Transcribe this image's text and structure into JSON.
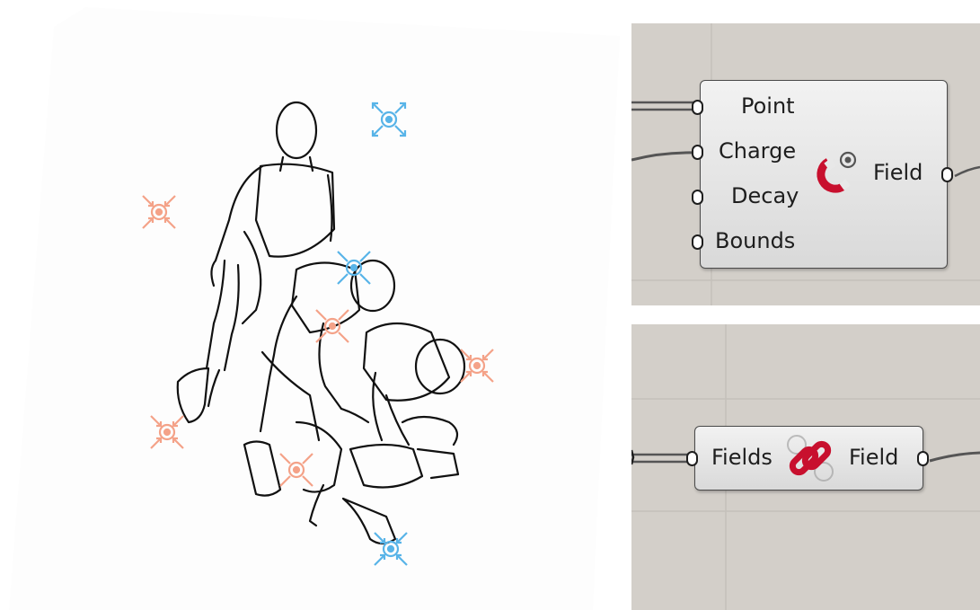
{
  "viewport": {
    "icons": {
      "attractor_color": "#58b4e8",
      "repeller_color": "#f4a288"
    }
  },
  "point_charge_component": {
    "inputs": [
      "Point",
      "Charge",
      "Decay",
      "Bounds"
    ],
    "output": "Field",
    "icon": "magnet-icon",
    "icon_color": "#c8102e"
  },
  "merge_fields_component": {
    "input": "Fields",
    "output": "Field",
    "icon": "chain-link-icon",
    "icon_color": "#c8102e"
  }
}
